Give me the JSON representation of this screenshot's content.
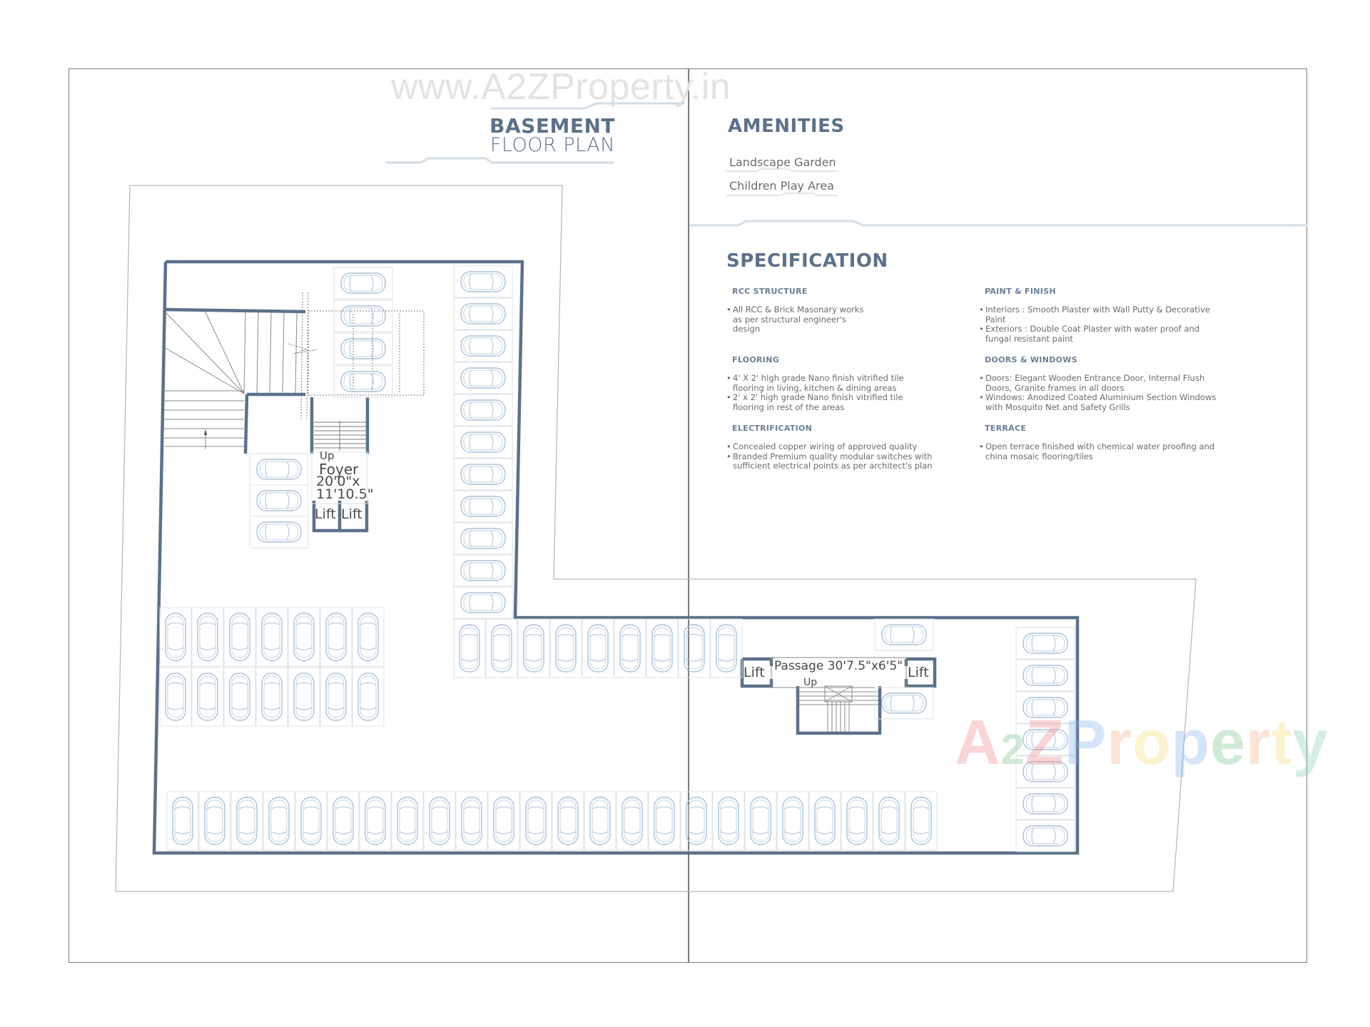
{
  "watermark": {
    "url_text": "www.A2ZProperty.in",
    "logo_letters": [
      {
        "ch": "A",
        "color": "#f08a8a"
      },
      {
        "ch": "2",
        "color": "#7cc48a"
      },
      {
        "ch": "Z",
        "color": "#f08a8a"
      },
      {
        "ch": "P",
        "color": "#8ab4f0"
      },
      {
        "ch": "r",
        "color": "#f5b48a"
      },
      {
        "ch": "o",
        "color": "#f5dc7a"
      },
      {
        "ch": "p",
        "color": "#8ab4f0"
      },
      {
        "ch": "e",
        "color": "#7cc48a"
      },
      {
        "ch": "r",
        "color": "#f5b48a"
      },
      {
        "ch": "t",
        "color": "#f5dc7a"
      },
      {
        "ch": "y",
        "color": "#8ad0b4"
      }
    ]
  },
  "floor_plan": {
    "title_line1": "BASEMENT",
    "title_line2": "FLOOR PLAN",
    "labels": {
      "foyer_up": "Up",
      "foyer_name": "Foyer",
      "foyer_dim1": "20'0\"x",
      "foyer_dim2": "11'10.5\"",
      "lift_a": "Lift",
      "lift_b": "Lift",
      "passage": "Passage 30'7.5\"x6'5\"",
      "passage_up": "Up",
      "passage_lift_left": "Lift",
      "passage_lift_right": "Lift"
    },
    "parking_counts": {
      "top_left_stack": 4,
      "central_column": 11,
      "foyer_column": 3,
      "left_block_upper_row": 7,
      "left_block_lower_row": 7,
      "middle_row": 9,
      "passage_right_top": 1,
      "passage_right_bottom": 1,
      "right_column": 7,
      "bottom_row": 24
    },
    "colors": {
      "wall": "#5c7189",
      "car": "#a9c1d9",
      "cell": "#d5dde5",
      "boundary": "#b8b8b8"
    }
  },
  "amenities": {
    "heading": "AMENITIES",
    "items": [
      "Landscape Garden",
      "Children Play Area"
    ]
  },
  "specification": {
    "heading": "SPECIFICATION",
    "sections": [
      {
        "title": "RCC STRUCTURE",
        "items": [
          "All RCC & Brick Masonary works as per structural engineer's design"
        ]
      },
      {
        "title": "PAINT & FINISH",
        "items": [
          "Interiors : Smooth Plaster with Wall Putty & Decorative Paint",
          "Exteriors : Double Coat Plaster with water proof and fungal resistant paint"
        ]
      },
      {
        "title": "FLOORING",
        "items": [
          "4' X 2' high grade Nano finish vitrified tile flooring in living, kitchen & dining areas",
          "2' x 2' high grade Nano finish vitrified tile flooring in rest of the areas"
        ]
      },
      {
        "title": "DOORS & WINDOWS",
        "items": [
          "Doors: Elegant Wooden Entrance Door, Internal Flush Doors, Granite frames in all doors",
          "Windows: Anodized Coated Aluminium Section Windows with Mosquito Net and Safety Grills"
        ]
      },
      {
        "title": "ELECTRIFICATION",
        "items": [
          "Concealed copper wiring of approved quality",
          "Branded Premium quality modular switches with sufficient electrical points as per architect's plan"
        ]
      },
      {
        "title": "TERRACE",
        "items": [
          "Open terrace finished with chemical water proofing and china mosaic flooring/tiles"
        ]
      }
    ]
  }
}
